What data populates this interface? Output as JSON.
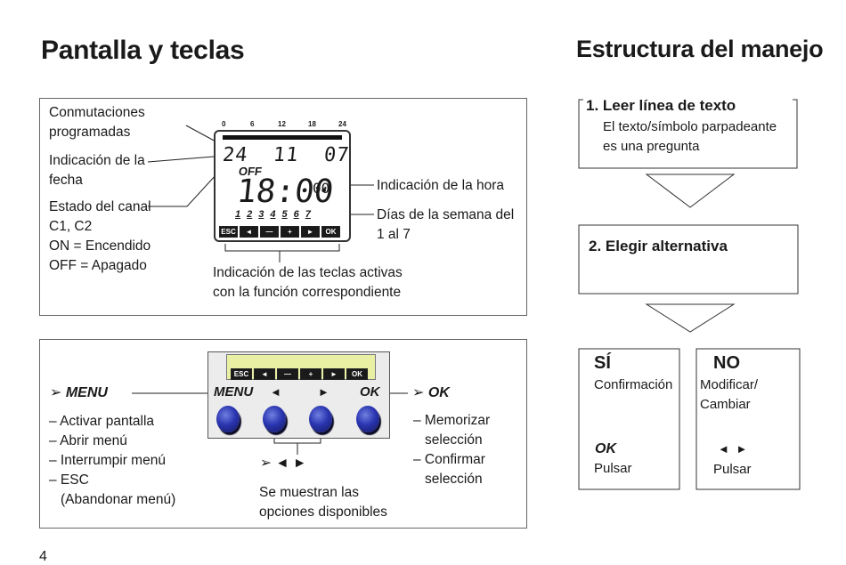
{
  "left": {
    "title": "Pantalla y teclas",
    "display_box": {
      "conmutaciones": [
        "Conmutaciones",
        "programadas"
      ],
      "fecha": [
        "Indicación de la",
        "fecha"
      ],
      "canal": [
        "Estado del canal",
        "C1, C2",
        "ON = Encendido",
        "OFF = Apagado"
      ],
      "hora": "Indicación de la hora",
      "dias": [
        "Días de la semana del",
        "1 al 7"
      ],
      "teclas": [
        "Indicación de las teclas activas",
        "con la función correspondiente"
      ],
      "lcd": {
        "scale": [
          "0",
          "6",
          "12",
          "18",
          "24"
        ],
        "date": "24  11  07",
        "off": "OFF",
        "time": "18:00",
        "seconds": "00",
        "days": [
          "1",
          "2",
          "3",
          "4",
          "5",
          "6",
          "7"
        ],
        "keys": [
          "ESC",
          "◄",
          "—",
          "+",
          "►",
          "OK"
        ]
      }
    },
    "keys_box": {
      "menu_head": "➢ MENU",
      "menu_items": [
        "– Activar pantalla",
        "– Abrir menú",
        "– Interrumpir menú",
        "– ESC",
        "(Abandonar menú)"
      ],
      "device_labels": {
        "menu": "MENU",
        "left": "◄",
        "right": "►",
        "ok": "OK"
      },
      "lcd_keys": [
        "ESC",
        "◄",
        "—",
        "+",
        "►",
        "OK"
      ],
      "arrows_head": "➢ ◄ ►",
      "arrows_text": [
        "Se muestran las",
        "opciones disponibles"
      ],
      "ok_head": "➢ OK",
      "ok_items": [
        "– Memorizar",
        "selección",
        "– Confirmar",
        "selección"
      ]
    }
  },
  "right": {
    "title": "Estructura del manejo",
    "step1": {
      "num": "1.",
      "head": "Leer línea de texto",
      "text": [
        "El texto/símbolo parpadeante",
        "es una pregunta"
      ]
    },
    "step2": {
      "num": "2.",
      "head": "Elegir alternativa"
    },
    "si": {
      "head": "SÍ",
      "text": "Confirmación",
      "key": "OK",
      "action": "Pulsar"
    },
    "no": {
      "head": "NO",
      "text": [
        "Modificar/",
        "Cambiar"
      ],
      "key": "◄ ►",
      "action": "Pulsar"
    }
  },
  "page_number": "4"
}
